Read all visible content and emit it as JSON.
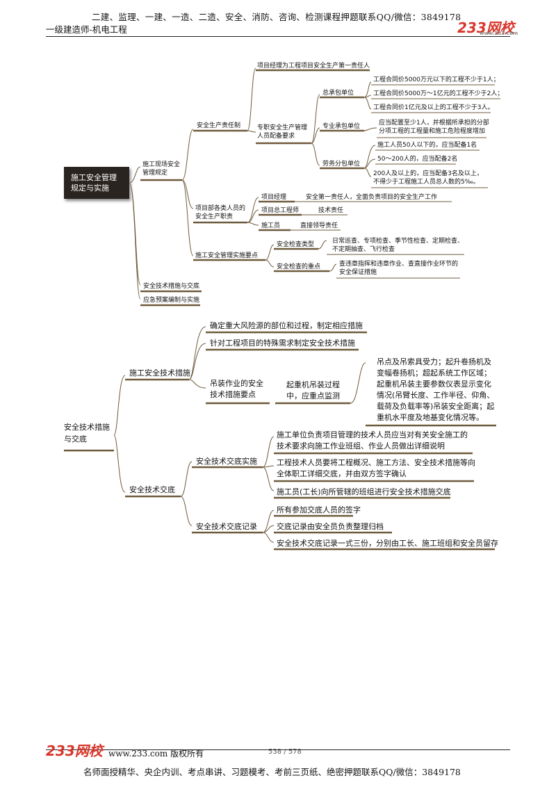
{
  "header": {
    "line1": "二建、监理、一建、一造、二造、安全、消防、咨询、检测课程押题联系QQ/微信：3849178",
    "line2": "一级建造师-机电工程",
    "logo": "233网校",
    "logo_sub": "www.233.com"
  },
  "map1": {
    "root": "施工安全管理规定与实施",
    "a1": "施工现场安全管理规定",
    "a2": "安全技术措施与交底",
    "a3": "应急预案编制与实施",
    "b1": "安全生产责任制",
    "b2": "项目部各类人员的安全生产职责",
    "b3": "施工安全管理实施要点",
    "c1": "项目经理为工程项目安全生产第一责任人",
    "c2": "专职安全生产管理人员配备要求",
    "d1": "总承包单位",
    "d2": "专业承包单位",
    "d3": "劳务分包单位",
    "e1": "工程合同价5000万元以下的工程不少于1人；",
    "e2": "工程合同价5000万～1亿元的工程不少于2人；",
    "e3": "工程合同价1亿元及以上的工程不少于3人。",
    "e4": "应当配置至少1人，并根据所承担的分部分项工程的工程量和施工危险程度增加",
    "e5": "施工人员50人以下的，应当配备1名",
    "e6": "50～200人的，应当配备2名",
    "e7": "200人及以上的，应当配备3名及以上，不得少于工程施工人员总人数的5‰。",
    "r1": "项目经理",
    "r1v": "安全第一责任人，全面负责项目的安全生产工作",
    "r2": "项目总工程师",
    "r2v": "技术责任",
    "r3": "施工员",
    "r3v": "直接领导责任",
    "k1": "安全检查类型",
    "k1v": "日常巡查、专项检查、季节性检查、定期检查、不定期抽查、飞行检查",
    "k2": "安全检查的重点",
    "k2v": "查违章指挥和违章作业、查直接作业环节的安全保证措施"
  },
  "map2": {
    "root": "安全技术措施与交底",
    "a1": "施工安全技术措施",
    "a2": "安全技术交底",
    "t1": "确定重大风险源的部位和过程，制定相应措施",
    "t2": "针对工程项目的特殊需求制定安全技术措施",
    "t3": "吊装作业的安全技术措施要点",
    "t3a": "起重机吊装过程中，应重点监测",
    "t3b": "吊点及吊索具受力；起升卷扬机及变幅卷扬机；超起系统工作区域；起重机吊装主要参数仪表显示变化情况(吊臂长度、工作半径、仰角、载荷及负载率等)吊装安全距离；起重机水平度及地基变化情况等。",
    "s1": "安全技术交底实施",
    "s1a": "施工单位负责项目管理的技术人员应当对有关安全施工的技术要求向施工作业班组、作业人员做出详细说明",
    "s1b": "工程技术人员要将工程概况、施工方法、安全技术措施等向全体职工详细交底，并由双方签字确认",
    "s1c": "施工员(工长)向所管辖的班组进行安全技术措施交底",
    "s2": "安全技术交底记录",
    "s2a": "所有参加交底人员的签字",
    "s2b": "交底记录由安全员负责整理归档",
    "s2c": "安全技术交底记录一式三份，分别由工长、施工班组和安全员留存"
  },
  "footer": {
    "logo": "233网校",
    "site": "www.233.com 版权所有",
    "page": "538 / 578",
    "bottom": "名师面授精华、央企内训、考点串讲、习题模考、考前三页纸、绝密押题联系QQ/微信：3849178"
  },
  "colors": {
    "brand": "#d9362b",
    "branch": "#6e5a3c",
    "root_bg": "#2a2420"
  }
}
